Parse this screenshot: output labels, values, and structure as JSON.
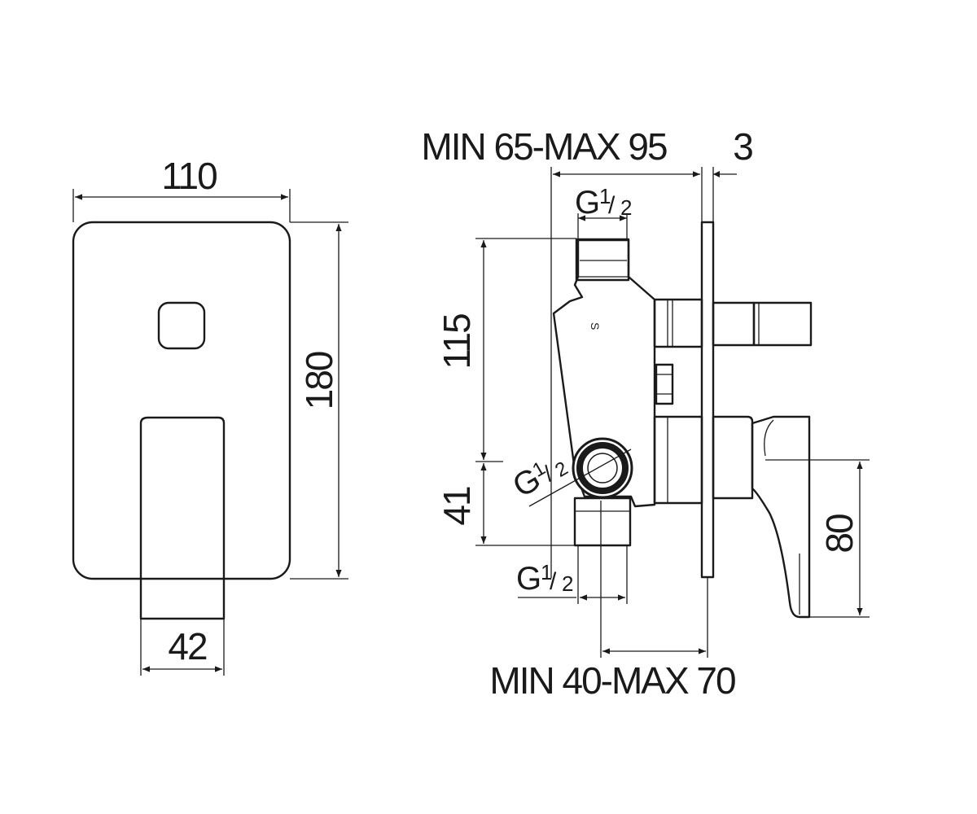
{
  "front_view": {
    "width_label": "110",
    "height_label": "180",
    "lever_width_label": "42"
  },
  "side_view": {
    "depth_range_top": "MIN 65-MAX 95",
    "plate_thickness_label": "3",
    "thread_top_main": "G",
    "thread_top_sup": "1",
    "thread_top_sub": "2",
    "height_upper_label": "115",
    "thread_side_main": "G",
    "thread_side_sup": "1",
    "thread_side_sub": "2",
    "height_lower_label": "41",
    "thread_bottom_main": "G",
    "thread_bottom_sup": "1",
    "thread_bottom_sub": "2",
    "depth_range_bottom": "MIN 40-MAX 70",
    "handle_height_label": "80",
    "body_mark": "S"
  },
  "colors": {
    "line": "#1a1a1a",
    "background": "#ffffff"
  }
}
